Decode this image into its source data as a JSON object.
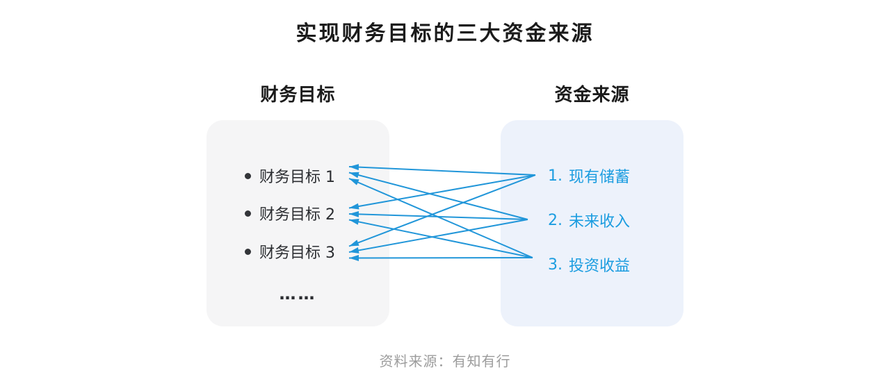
{
  "title": "实现财务目标的三大资金来源",
  "columns": {
    "goals_header": "财务目标",
    "sources_header": "资金来源"
  },
  "goals": {
    "items": [
      "财务目标 1",
      "财务目标 2",
      "财务目标 3"
    ],
    "ellipsis": "……"
  },
  "sources": {
    "items": [
      {
        "number": "1.",
        "label": "现有储蓄"
      },
      {
        "number": "2.",
        "label": "未来收入"
      },
      {
        "number": "3.",
        "label": "投资收益"
      }
    ]
  },
  "connections": [
    [
      1,
      1
    ],
    [
      1,
      2
    ],
    [
      1,
      3
    ],
    [
      2,
      1
    ],
    [
      2,
      2
    ],
    [
      2,
      3
    ],
    [
      3,
      1
    ],
    [
      3,
      2
    ],
    [
      3,
      3
    ]
  ],
  "footer": "资料来源：有知有行",
  "colors": {
    "accent_blue": "#2196d9",
    "source_text_blue": "#1c9de0",
    "goals_panel_bg": "#f5f5f6",
    "sources_panel_bg": "#edf2fb",
    "text_dark": "#2b2d31",
    "footer_gray": "#9c9c9c"
  }
}
